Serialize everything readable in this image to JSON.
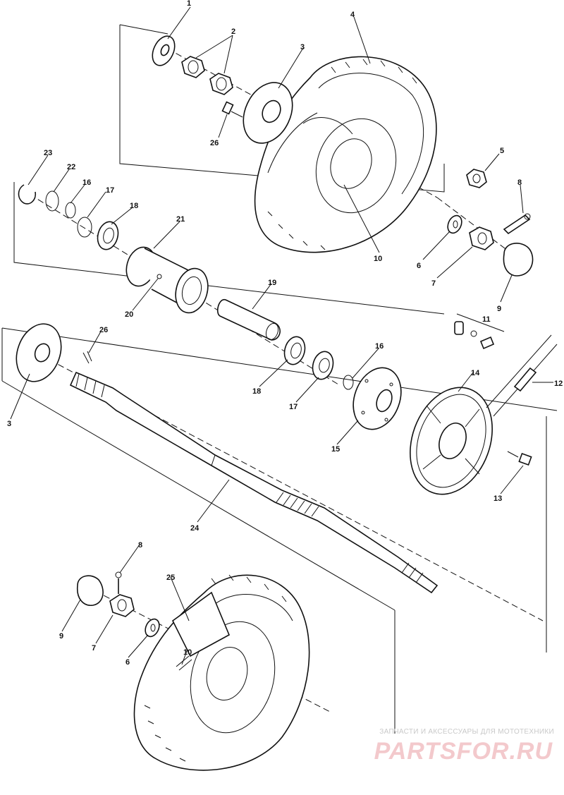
{
  "diagram": {
    "type": "exploded-parts-view",
    "callouts": [
      {
        "id": "c1",
        "label": "1"
      },
      {
        "id": "c2",
        "label": "2"
      },
      {
        "id": "c3a",
        "label": "3"
      },
      {
        "id": "c4",
        "label": "4"
      },
      {
        "id": "c26a",
        "label": "26"
      },
      {
        "id": "c5",
        "label": "5"
      },
      {
        "id": "c8a",
        "label": "8"
      },
      {
        "id": "c10a",
        "label": "10"
      },
      {
        "id": "c6a",
        "label": "6"
      },
      {
        "id": "c7a",
        "label": "7"
      },
      {
        "id": "c9a",
        "label": "9"
      },
      {
        "id": "c23",
        "label": "23"
      },
      {
        "id": "c22",
        "label": "22"
      },
      {
        "id": "c16a",
        "label": "16"
      },
      {
        "id": "c17a",
        "label": "17"
      },
      {
        "id": "c18a",
        "label": "18"
      },
      {
        "id": "c21",
        "label": "21"
      },
      {
        "id": "c20",
        "label": "20"
      },
      {
        "id": "c19",
        "label": "19"
      },
      {
        "id": "c11",
        "label": "11"
      },
      {
        "id": "c26b",
        "label": "26"
      },
      {
        "id": "c3b",
        "label": "3"
      },
      {
        "id": "c18b",
        "label": "18"
      },
      {
        "id": "c17b",
        "label": "17"
      },
      {
        "id": "c16b",
        "label": "16"
      },
      {
        "id": "c14",
        "label": "14"
      },
      {
        "id": "c15",
        "label": "15"
      },
      {
        "id": "c12",
        "label": "12"
      },
      {
        "id": "c13",
        "label": "13"
      },
      {
        "id": "c24",
        "label": "24"
      },
      {
        "id": "c8b",
        "label": "8"
      },
      {
        "id": "c25",
        "label": "25"
      },
      {
        "id": "c9b",
        "label": "9"
      },
      {
        "id": "c7b",
        "label": "7"
      },
      {
        "id": "c6b",
        "label": "6"
      },
      {
        "id": "c10b",
        "label": "10"
      }
    ]
  },
  "watermark": {
    "caption": "ЗАПЧАСТИ И АКСЕССУАРЫ ДЛЯ МОТОТЕХНИКИ",
    "logo": "PARTSFOR.RU"
  }
}
